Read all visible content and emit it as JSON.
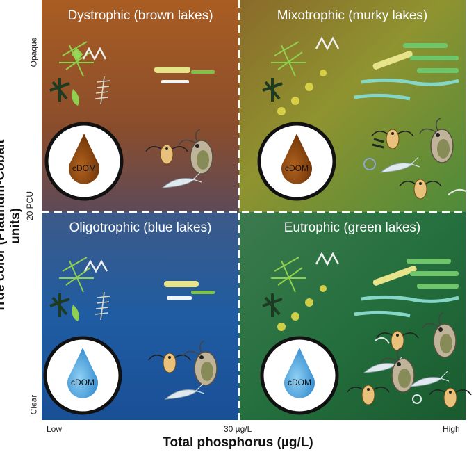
{
  "axes": {
    "y_title": "True color (Platinum-Cobalt units)",
    "y_top": "Opaque",
    "y_mid": "20 PCU",
    "y_bottom": "Clear",
    "x_title": "Total phosphorus (µg/L)",
    "x_left": "Low",
    "x_mid": "30 µg/L",
    "x_right": "High"
  },
  "quadrants": {
    "top_left": {
      "title": "Dystrophic (brown lakes)",
      "drop_label": "cDOM"
    },
    "top_right": {
      "title": "Mixotrophic (murky lakes)",
      "drop_label": "cDOM"
    },
    "bottom_left": {
      "title": "Oligotrophic (blue lakes)",
      "drop_label": "cDOM"
    },
    "bottom_right": {
      "title": "Eutrophic (green lakes)",
      "drop_label": "cDOM"
    }
  },
  "colors": {
    "dystrophic": "#9a5526",
    "mixotrophic": "#8e9430",
    "oligotrophic": "#1f5aa0",
    "eutrophic": "#1f6a35",
    "brown_drop": "#7a3a08",
    "blue_drop": "#3a9ad8",
    "divider": "#ffffff"
  }
}
